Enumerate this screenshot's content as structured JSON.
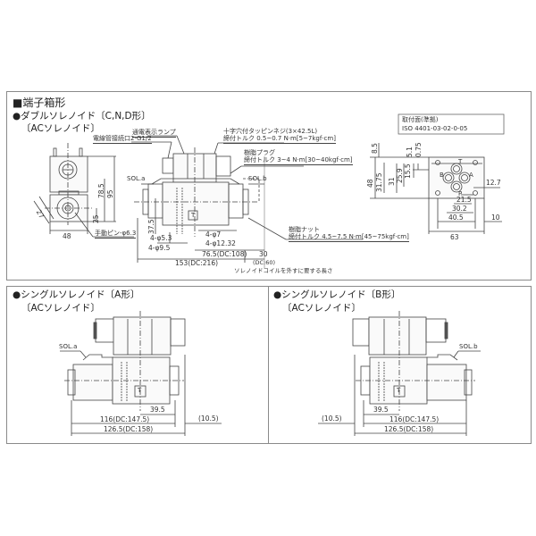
{
  "top_panel": {
    "section_title": "■端子箱形",
    "variant_title": "●ダブルソレノイド〔C,N,D形〕",
    "solenoid_type": "〔ACソレノイド〕",
    "callouts": {
      "indicator_lamp": "通電表示ランプ",
      "conduit": "電線管接続口2-G1/2",
      "screw_line1": "十字穴付タッピンネジ(3×42.5L)",
      "screw_line2": "締付トルク 0.5~0.7 N·m[5~7kgf·cm]",
      "plug_line1": "樹脂プラグ",
      "plug_line2": "締付トルク 3~4 N·m[30~40kgf·cm]",
      "nut_line1": "樹脂ナット",
      "nut_line2": "締付トルク 4.5~7.5 N·m[45~75kgf·cm]",
      "manual_pin": "手動ピン-φ6.3",
      "coil_removal": "ソレノイドコイルを外すに要する長さ",
      "sol_a": "SOL.a",
      "sol_b": "SOL.b"
    },
    "side_view_dims": {
      "d48": "48",
      "d25": "25",
      "d78_5": "78.5",
      "d95": "95",
      "d27": "27"
    },
    "front_view_dims": {
      "d37_5": "37.5",
      "phi5_3": "4-φ5.3",
      "phi9_5": "4-φ9.5",
      "phi7": "4-φ7",
      "phi12_32": "4-φ12.32",
      "d76_5": "76.5(DC:108)",
      "d153": "153(DC:216)",
      "d30": "30",
      "d30_dc": "(DC:60)",
      "port_t": "T"
    },
    "mounting": {
      "title_line1": "取付面(準拠)",
      "title_line2": "ISO 4401-03-02-0-05",
      "ports": {
        "t": "T",
        "a": "A",
        "b": "B",
        "p": "P"
      },
      "vertical_dims": [
        "8.5",
        "5.1",
        "0.75",
        "48",
        "31.75",
        "31",
        "25.9",
        "15.5"
      ],
      "horizontal_dims": {
        "d12_7": "12.7",
        "d21_5": "21.5",
        "d30_2": "30.2",
        "d40_5": "40.5",
        "d10": "10",
        "d63": "63"
      }
    }
  },
  "bottom_left": {
    "variant_title": "●シングルソレノイド〔A形〕",
    "solenoid_type": "〔ACソレノイド〕",
    "sol_label": "SOL.a",
    "port_t": "T",
    "dims": {
      "d39_5": "39.5",
      "d116": "116(DC:147.5)",
      "d126_5": "126.5(DC:158)",
      "d10_5": "(10.5)"
    }
  },
  "bottom_right": {
    "variant_title": "●シングルソレノイド〔B形〕",
    "solenoid_type": "〔ACソレノイド〕",
    "sol_label": "SOL.b",
    "port_t": "T",
    "dims": {
      "d39_5": "39.5",
      "d116": "116(DC:147.5)",
      "d126_5": "126.5(DC:158)",
      "d10_5": "(10.5)"
    }
  }
}
